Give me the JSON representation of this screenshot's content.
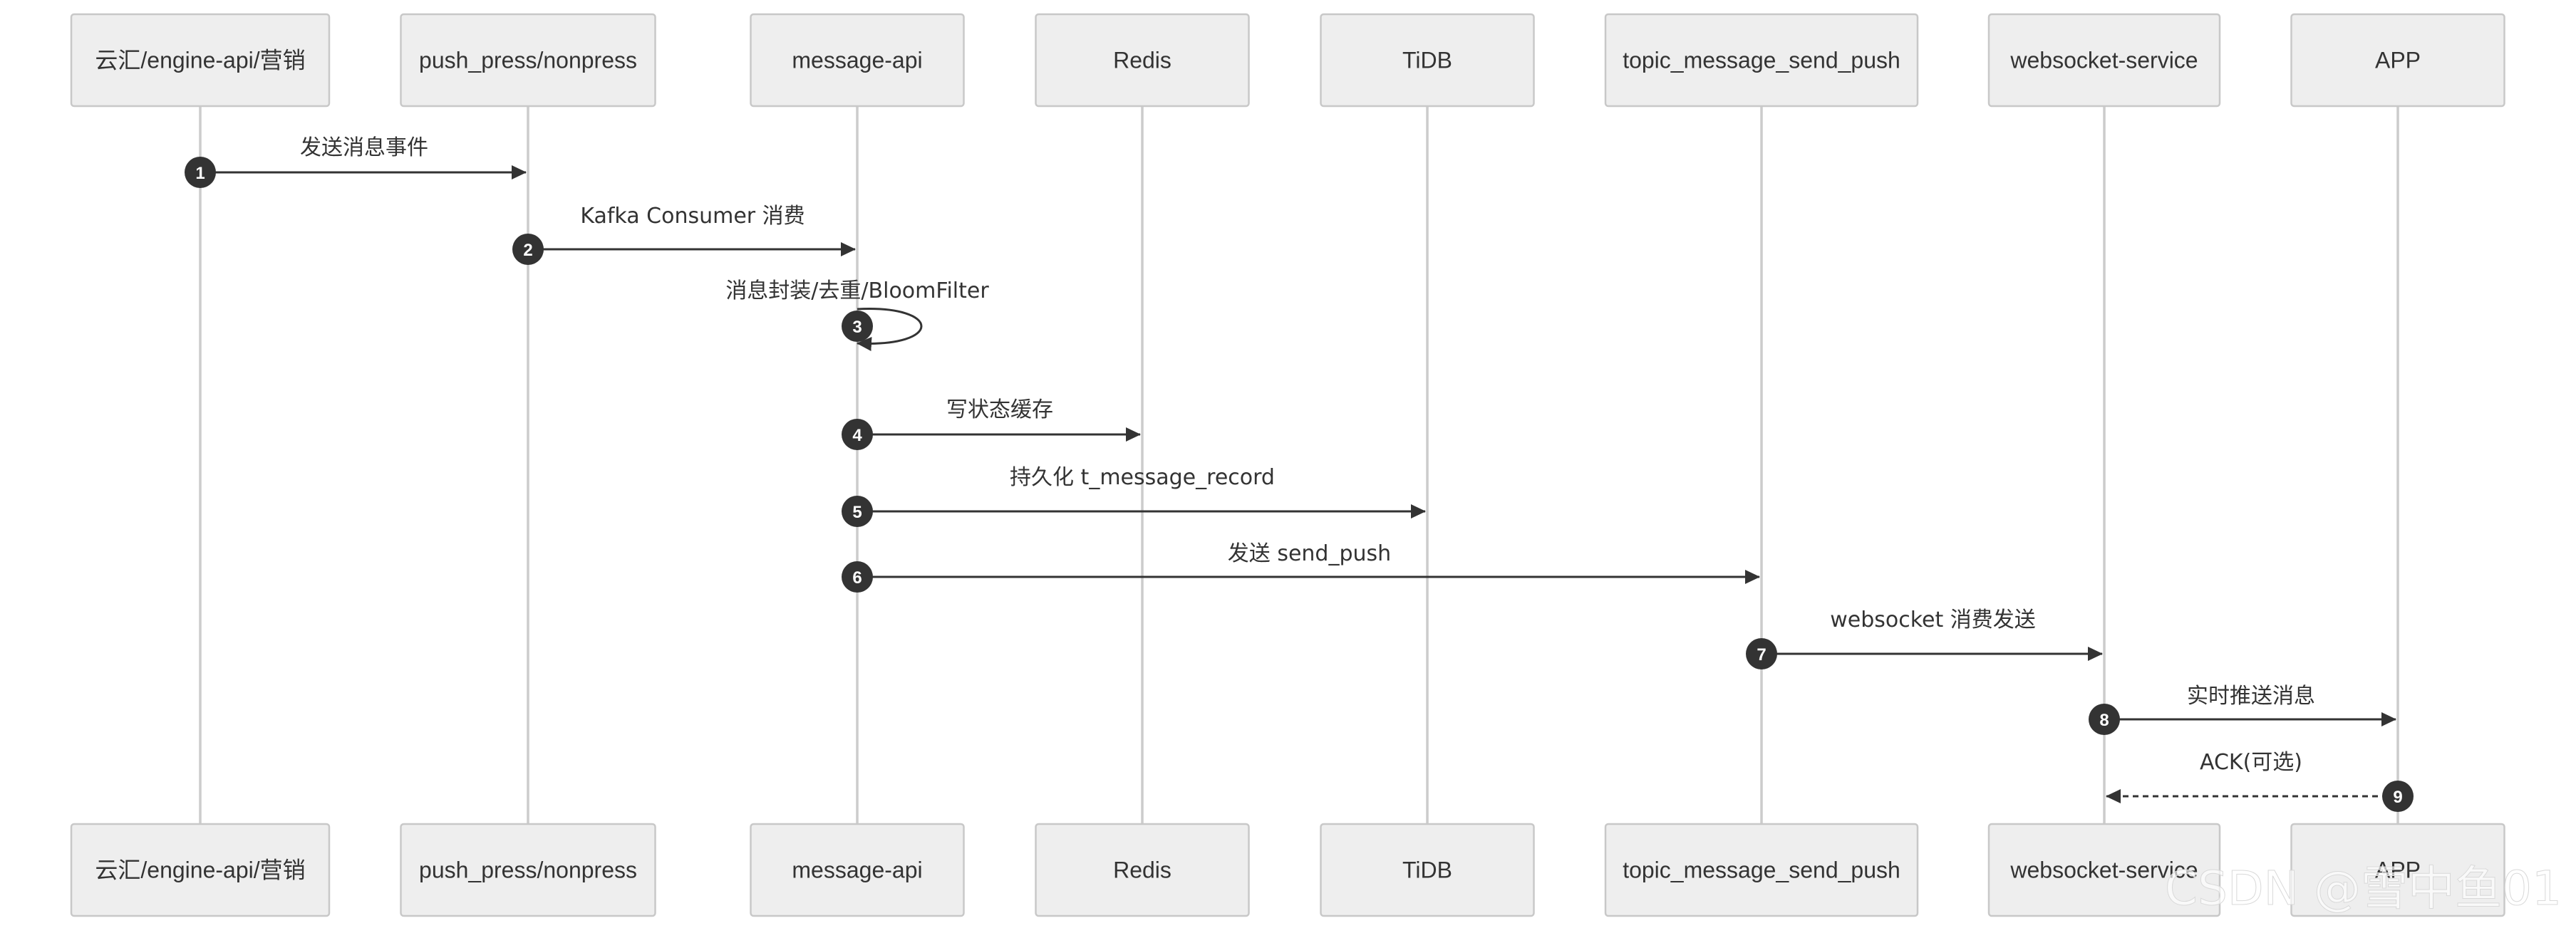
{
  "participants": [
    "云汇/engine-api/营销",
    "push_press/nonpress",
    "message-api",
    "Redis",
    "TiDB",
    "topic_message_send_push",
    "websocket-service",
    "APP"
  ],
  "messages": [
    {
      "num": "1",
      "from": 0,
      "to": 1,
      "label": "发送消息事件",
      "style": "solid"
    },
    {
      "num": "2",
      "from": 1,
      "to": 2,
      "label": "Kafka Consumer 消费",
      "style": "solid"
    },
    {
      "num": "3",
      "from": 2,
      "to": 2,
      "label": "消息封装/去重/BloomFilter",
      "style": "self"
    },
    {
      "num": "4",
      "from": 2,
      "to": 3,
      "label": "写状态缓存",
      "style": "solid"
    },
    {
      "num": "5",
      "from": 2,
      "to": 4,
      "label": "持久化 t_message_record",
      "style": "solid"
    },
    {
      "num": "6",
      "from": 2,
      "to": 5,
      "label": "发送 send_push",
      "style": "solid"
    },
    {
      "num": "7",
      "from": 5,
      "to": 6,
      "label": "websocket 消费发送",
      "style": "solid"
    },
    {
      "num": "8",
      "from": 6,
      "to": 7,
      "label": "实时推送消息",
      "style": "solid"
    },
    {
      "num": "9",
      "from": 7,
      "to": 6,
      "label": "ACK(可选)",
      "style": "dashed"
    }
  ],
  "watermark": "CSDN @雪中鱼01",
  "colors": {
    "actor_fill": "#eeeeee",
    "actor_border": "#c8c8c8",
    "lifeline": "#cccccc",
    "arrow": "#333333",
    "badge": "#333333"
  }
}
